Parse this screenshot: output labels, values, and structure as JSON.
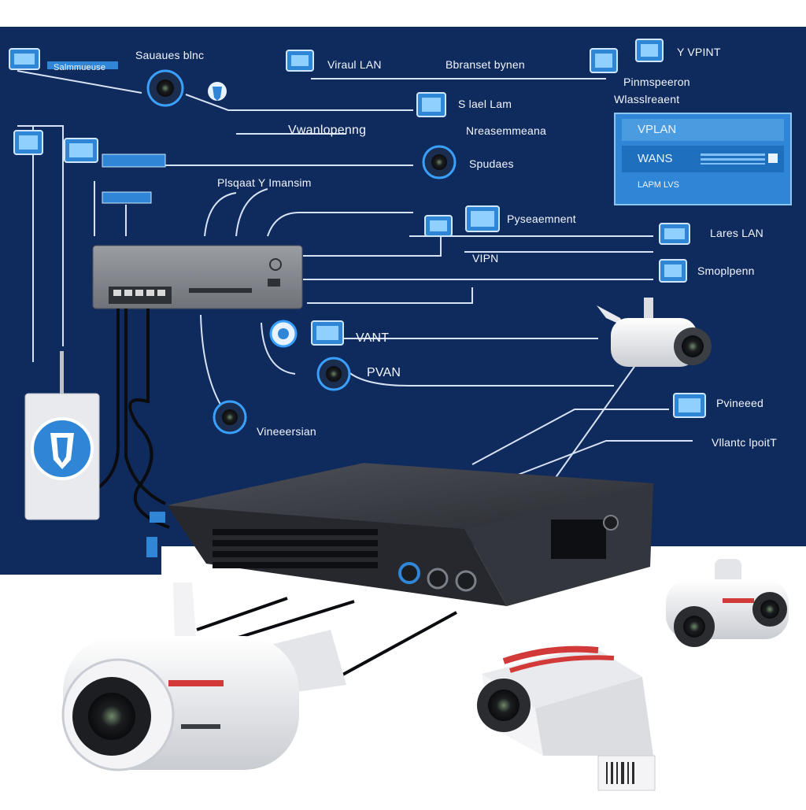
{
  "labels": {
    "sauces_blnc": "Sauaues blnc",
    "top_left_small": "Salmmueuse",
    "viraul_lan": "Viraul LAN",
    "bbranset": "Bbranset bynen",
    "top_vpnt": "Y VPINT",
    "pinmspeeon": "Pinmspeeron",
    "wlassreaent": "Wlasslreaent",
    "s_lae_lam": "S lael Lam",
    "vpelanlopenng": "Vwanlopenng",
    "nreaseem": "Nreasemmeana",
    "spudaes": "Spudaes",
    "plsquat": "Plsqaat Y Imansim",
    "pyseaemnt": "Pyseaemnent",
    "lare_lan": "Lares LAN",
    "vipn": "VIPN",
    "smopeenn": "Smoplpenn",
    "vant": "VANT",
    "pvan": "PVAN",
    "vineeeaan": "Vineeersian",
    "pvineeed": "Pvineeed",
    "vantc_loit": "Vllantc lpoitT"
  },
  "vlan_panel": {
    "title": "VPLAN",
    "field": "WANS",
    "footer": "LAPM LVS"
  },
  "colors": {
    "background": "#0f2a5c",
    "line": "#d7e2f5",
    "panel": "#2f86d6",
    "camera_body": "#f1f1f3",
    "accent": "#d23a3a",
    "device": "#3a3d44"
  }
}
